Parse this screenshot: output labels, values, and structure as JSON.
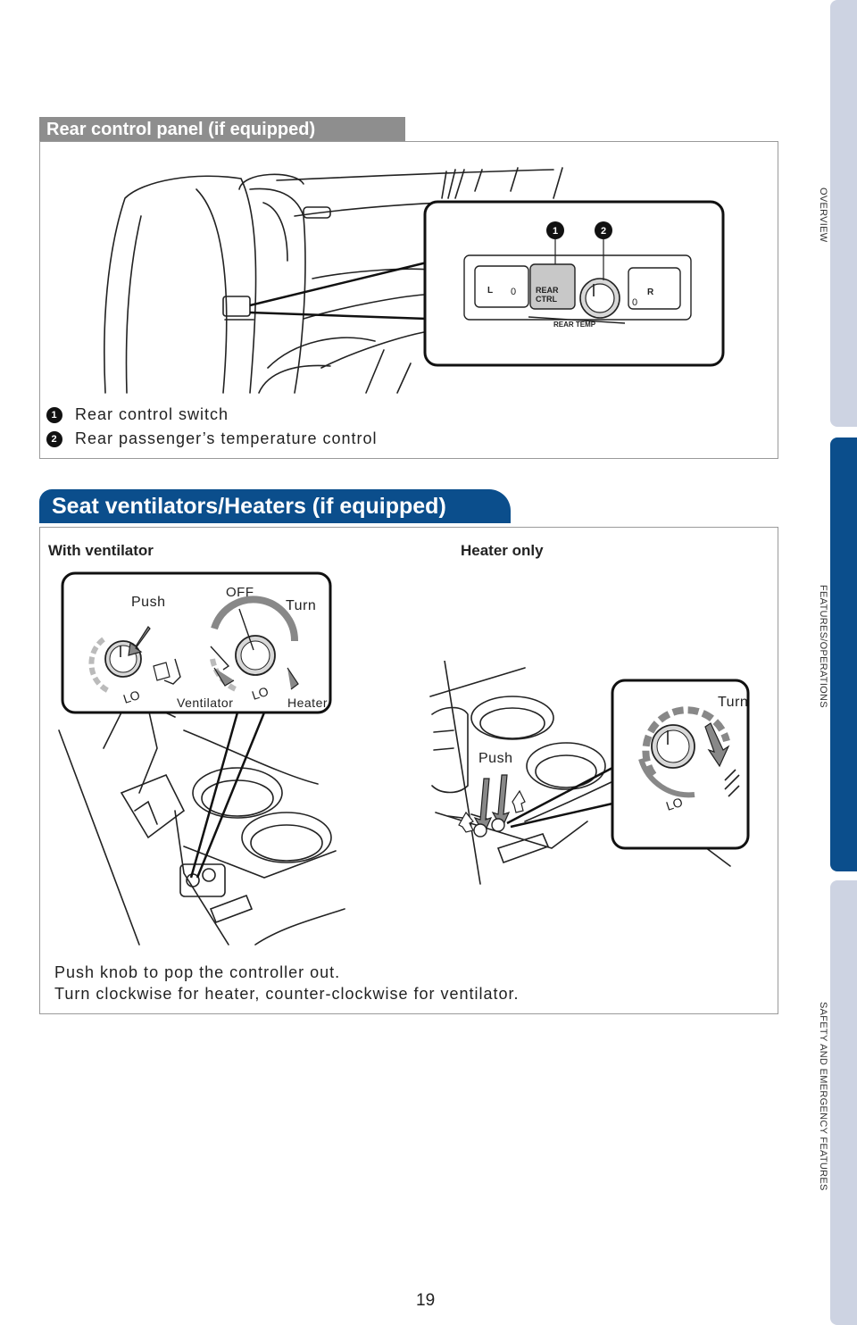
{
  "side_tabs": [
    {
      "label": "OVERVIEW"
    },
    {
      "label": "FEATURES/OPERATIONS"
    },
    {
      "label": "SAFETY AND EMERGENCY FEATURES"
    }
  ],
  "rear_control_panel": {
    "title": "Rear control panel (if equipped)",
    "panel_labels": {
      "rear_ctrl_line1": "REAR",
      "rear_ctrl_line2": "CTRL",
      "rear_temp": "REAR TEMP",
      "left": "L",
      "right": "R",
      "zero": "0"
    },
    "legend": [
      {
        "number": "1",
        "text": "Rear control switch"
      },
      {
        "number": "2",
        "text": "Rear passenger’s temperature control"
      }
    ]
  },
  "seat_ventilators": {
    "title": "Seat ventilators/Heaters (if equipped)",
    "with_ventilator": {
      "heading": "With ventilator",
      "labels": {
        "push": "Push",
        "off": "OFF",
        "turn": "Turn",
        "ventilator": "Ventilator",
        "heater": "Heater",
        "lo": "LO"
      }
    },
    "heater_only": {
      "heading": "Heater only",
      "labels": {
        "push": "Push",
        "turn": "Turn",
        "lo": "LO"
      }
    },
    "caption_line1": "Push knob to pop the controller out.",
    "caption_line2": "Turn clockwise for heater, counter-clockwise for ventilator."
  },
  "page_number": "19",
  "colors": {
    "accent_blue": "#0b4e8c",
    "tab_light": "#cdd3e2",
    "header_gray": "#8e8e8e"
  }
}
